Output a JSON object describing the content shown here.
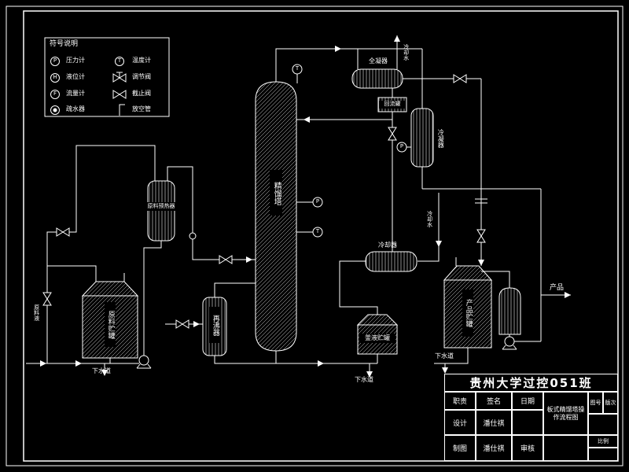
{
  "legend": {
    "title": "符号说明",
    "items_left": [
      {
        "sym": "P",
        "label": "压力计"
      },
      {
        "sym": "H",
        "label": "液位计"
      },
      {
        "sym": "F",
        "label": "流量计"
      },
      {
        "sym": "",
        "label": "疏水器"
      }
    ],
    "items_right": [
      {
        "sym": "T",
        "label": "温度计"
      },
      {
        "sym": "",
        "label": "调节阀"
      },
      {
        "sym": "",
        "label": "截止阀"
      },
      {
        "sym": "",
        "label": "放空管"
      }
    ]
  },
  "equipment": {
    "column": "精馏塔",
    "condenser": "全凝器",
    "reflux_drum": "回流罐",
    "side_condenser": "冷凝器",
    "cooler": "冷却器",
    "preheater": "原料预热器",
    "reboiler": "再沸器",
    "feed_tank": "原料贮罐",
    "bottoms_tank": "釜液贮罐",
    "product_tank": "产品贮罐"
  },
  "streams": {
    "product": "产品",
    "sewer": "下水道",
    "cooling_water": "冷却水",
    "feed": "原料液"
  },
  "instruments": {
    "top": "T",
    "pressure": "P",
    "temp": "T",
    "pressure2": "P"
  },
  "titleblock": {
    "school": "贵州大学过控051班",
    "r2c1": "职责",
    "r2c2": "签名",
    "r2c3": "日期",
    "r3c1": "设计",
    "r3c2": "潘仕祺",
    "r4c1": "制图",
    "r4c2": "潘仕祺",
    "r4c3": "审核",
    "drawing_title": "板式精馏塔操作流程图",
    "fig_no": "图号",
    "version": "版次",
    "scale": "比例"
  },
  "colors": {
    "line": "#ffffff",
    "background": "#000000"
  }
}
